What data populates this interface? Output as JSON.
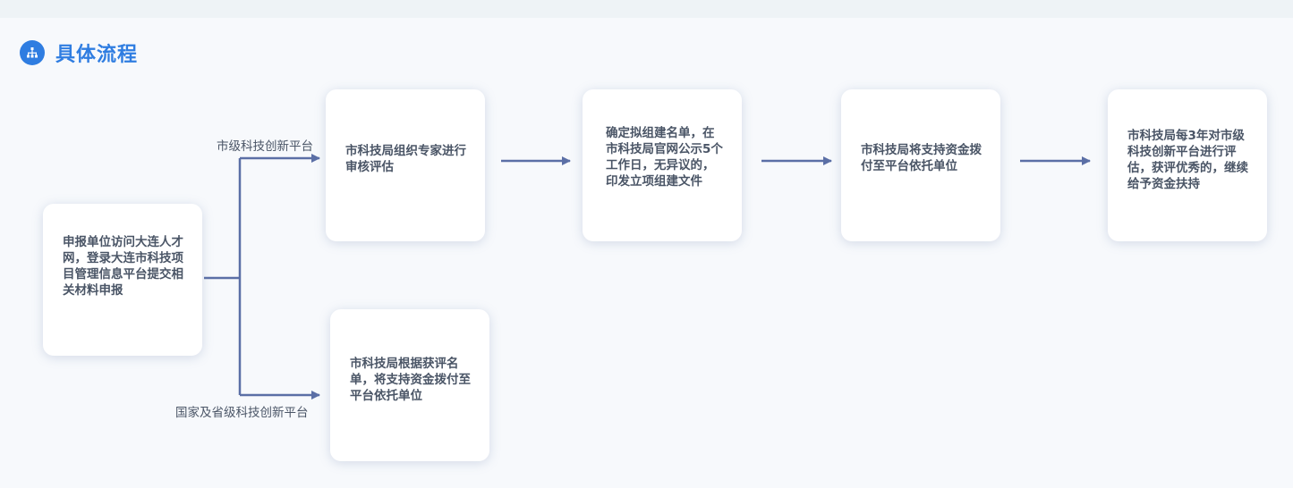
{
  "section": {
    "title": "具体流程",
    "icon": "sitemap-icon",
    "accent": "#2f7de1"
  },
  "flow": {
    "start": {
      "text": "申报单位访问大连人才网，登录大连市科技项目管理信息平台提交相关材料申报"
    },
    "branches": {
      "city": {
        "label": "市级科技创新平台"
      },
      "national": {
        "label": "国家及省级科技创新平台"
      }
    },
    "city_steps": [
      {
        "text": "市科技局组织专家进行审核评估"
      },
      {
        "text": "确定拟组建名单，在市科技局官网公示5个工作日，无异议的，印发立项组建文件"
      },
      {
        "text": "市科技局将支持资金拨付至平台依托单位"
      },
      {
        "text": "市科技局每3年对市级科技创新平台进行评估，获评优秀的，继续给予资金扶持"
      }
    ],
    "national_steps": [
      {
        "text": "市科技局根据获评名单，将支持资金拨付至平台依托单位"
      }
    ],
    "connector_color": "#5b6fa6"
  }
}
